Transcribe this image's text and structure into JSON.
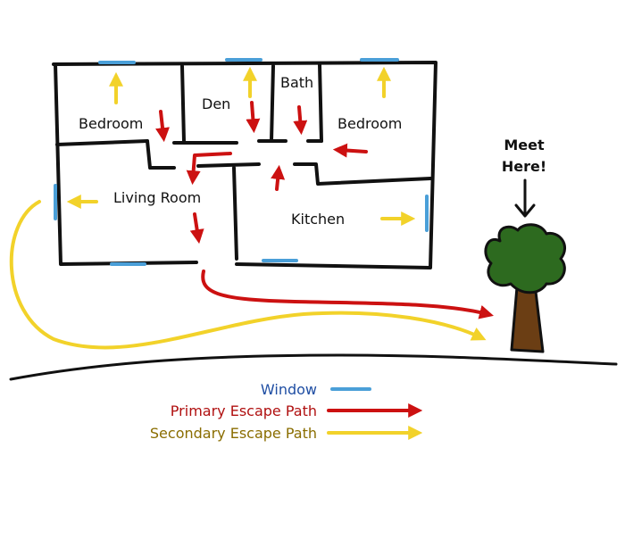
{
  "colors": {
    "wall": "#111111",
    "window": "#4a9fd8",
    "primary": "#cc1111",
    "secondary": "#f2d22a",
    "tree_canopy": "#2d6a1f",
    "tree_trunk": "#6b3e14",
    "ground": "#111111"
  },
  "rooms": {
    "bedroom_left": "Bedroom",
    "den": "Den",
    "bath": "Bath",
    "bedroom_right": "Bedroom",
    "living_room": "Living Room",
    "kitchen": "Kitchen"
  },
  "meeting_point": {
    "line1": "Meet",
    "line2": "Here!",
    "icon": "tree-icon"
  },
  "legend": {
    "window": "Window",
    "primary": "Primary Escape Path",
    "secondary": "Secondary Escape Path"
  }
}
